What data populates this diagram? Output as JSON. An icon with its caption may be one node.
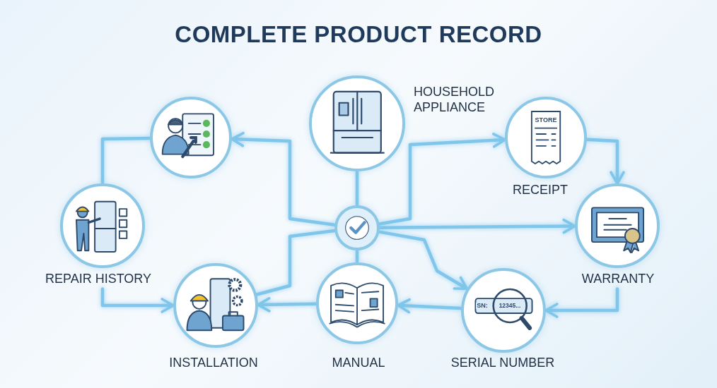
{
  "diagram": {
    "title": "COMPLETE PRODUCT RECORD",
    "nodes": [
      {
        "text": [
          "HOUSEHOLD APPLIANCE"
        ]
      },
      {
        "text": [],
        "shape": "picture"
      },
      {
        "text": [
          "RECEIPT"
        ]
      },
      {
        "text": [
          "REPAIR HISTORY"
        ]
      },
      {
        "text": [],
        "shape": "circle"
      },
      {
        "text": [
          "WARRANTY"
        ]
      },
      {
        "text": [
          "INSTALLATION"
        ]
      },
      {
        "text": [
          "MANUAL"
        ]
      },
      {
        "text": [
          "SERIAL NUMBER"
        ]
      }
    ],
    "edges": [
      {
        "from": 0,
        "to": 4,
        "arrow": "none"
      },
      {
        "from": 4,
        "to": 1,
        "arrow": "to"
      },
      {
        "from": 1,
        "to": 3,
        "arrow": "none"
      },
      {
        "from": 3,
        "to": 6,
        "arrow": "to"
      },
      {
        "from": 6,
        "to": 4,
        "arrow": "none"
      },
      {
        "from": 4,
        "to": 2,
        "arrow": "to"
      },
      {
        "from": 2,
        "to": 5,
        "arrow": "to"
      },
      {
        "from": 4,
        "to": 5,
        "arrow": "to"
      },
      {
        "from": 4,
        "to": 8,
        "arrow": "to"
      },
      {
        "from": 5,
        "to": 8,
        "arrow": "to"
      },
      {
        "from": 8,
        "to": 7,
        "arrow": "to"
      },
      {
        "from": 7,
        "to": 6,
        "arrow": "to"
      },
      {
        "from": 4,
        "to": 7,
        "arrow": "none"
      }
    ],
    "labels": [
      "STORE",
      "SN:",
      "12345..."
    ]
  }
}
